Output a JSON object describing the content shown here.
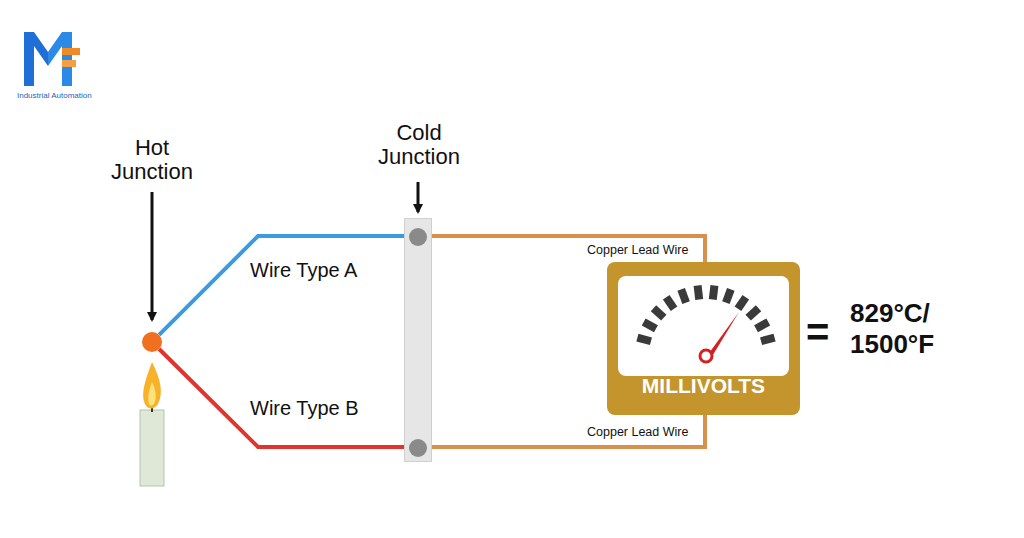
{
  "diagram": {
    "nodes": [
      {
        "text": [
          "Hot Junction"
        ]
      },
      {
        "text": [
          "Cold Junction"
        ]
      },
      {
        "text": [
          "MILLIVOLTS"
        ]
      }
    ],
    "edges": [
      {
        "from": 0,
        "to": 1,
        "arrow": "none",
        "label": "Wire Type A"
      },
      {
        "from": 0,
        "to": 1,
        "arrow": "none",
        "label": "Wire Type B"
      },
      {
        "from": 1,
        "to": 2,
        "arrow": "none",
        "label": "Copper Lead Wire"
      },
      {
        "from": 1,
        "to": 2,
        "arrow": "none",
        "label": "Copper Lead Wire"
      }
    ],
    "labels": [
      "Industrial Automation",
      "=",
      "829°C/ 1500°F"
    ]
  }
}
